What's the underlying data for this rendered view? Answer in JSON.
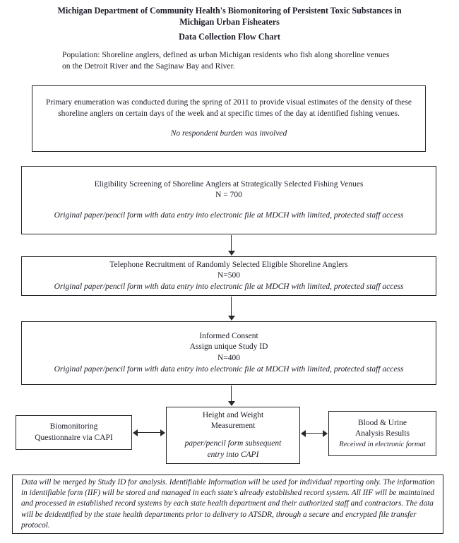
{
  "document": {
    "title": "Michigan Department of Community Health's Biomonitoring of Persistent Toxic Substances in Michigan Urban Fisheaters",
    "subtitle": "Data Collection Flow Chart",
    "population_note": "Population:  Shoreline anglers, defined as urban Michigan residents who fish along shoreline venues on the Detroit River and the Saginaw Bay and River."
  },
  "flow": {
    "primary_enumeration": {
      "body": "Primary enumeration was conducted during the spring of 2011 to provide visual estimates of the density of these shoreline anglers on certain days of the week and at specific times of the day at identified fishing venues.",
      "note": "No respondent burden was involved"
    },
    "eligibility_screening": {
      "heading": "Eligibility Screening of Shoreline Anglers at Strategically Selected Fishing Venues",
      "n": "N = 700",
      "note": "Original paper/pencil form with data entry into electronic file at MDCH with limited, protected staff access"
    },
    "telephone_recruitment": {
      "heading": "Telephone Recruitment of Randomly Selected Eligible Shoreline Anglers",
      "n": "N=500",
      "note": "Original paper/pencil form with data entry into electronic file at MDCH with limited, protected staff access"
    },
    "informed_consent": {
      "heading": "Informed Consent",
      "subheading": "Assign unique Study ID",
      "n": "N=400",
      "note": "Original paper/pencil form with data entry into electronic file at MDCH with limited, protected staff access"
    },
    "biomonitoring_questionnaire": {
      "line1": "Biomonitoring",
      "line2": "Questionnaire via CAPI"
    },
    "height_weight": {
      "line1": "Height and Weight",
      "line2": "Measurement",
      "note_line1": "paper/pencil form subsequent",
      "note_line2": "entry into CAPI"
    },
    "blood_urine": {
      "line1": "Blood & Urine",
      "line2": "Analysis Results",
      "note": "Received in electronic format"
    },
    "data_merge": {
      "paragraph": "Data will be merged by Study ID for analysis.  Identifiable Information will be used for individual reporting only. The information in identifiable form (IIF) will be stored and managed in each state's already established record system. All IIF will be maintained and processed in established record systems by each state health department and their authorized staff and contractors. The data will be deidentified by the state health departments prior to delivery to ATSDR, through a secure and encrypted file transfer protocol."
    }
  },
  "connectors": {
    "eligibility_to_telephone": "down-arrow",
    "telephone_to_consent": "down-arrow",
    "consent_to_height_weight": "down-arrow",
    "questionnaire_to_height_weight": "double-arrow",
    "height_weight_to_blood_urine": "double-arrow"
  },
  "style": {
    "ink": "#232326",
    "paper": "#ffffff"
  }
}
